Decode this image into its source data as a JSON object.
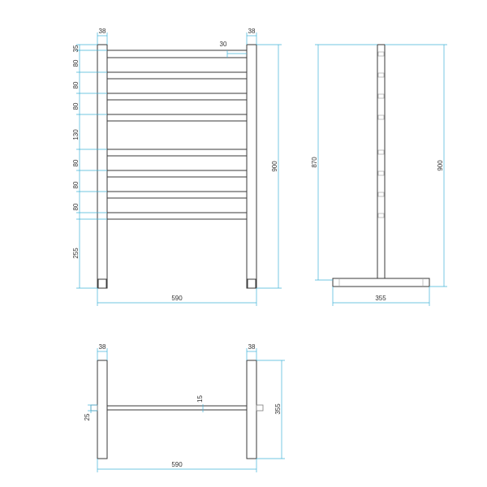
{
  "front_view": {
    "post_width_left": "38",
    "post_width_right": "38",
    "bar_thickness": "30",
    "top_offset": "35",
    "spacing_1": "80",
    "spacing_2": "80",
    "spacing_3": "80",
    "spacing_4": "130",
    "spacing_5": "80",
    "spacing_6": "80",
    "spacing_7": "80",
    "bottom_leg": "255",
    "overall_height": "900",
    "overall_width": "590"
  },
  "side_view": {
    "rail_height": "870",
    "overall_height": "900",
    "base_depth": "355"
  },
  "top_view": {
    "post_width_left": "38",
    "post_width_right": "38",
    "crossbar_offset": "25",
    "crossbar_thickness": "15",
    "depth": "355",
    "overall_width": "590"
  },
  "colors": {
    "dimension_line": "#41b4d8",
    "outline": "#3a3a3a",
    "text": "#333333"
  }
}
